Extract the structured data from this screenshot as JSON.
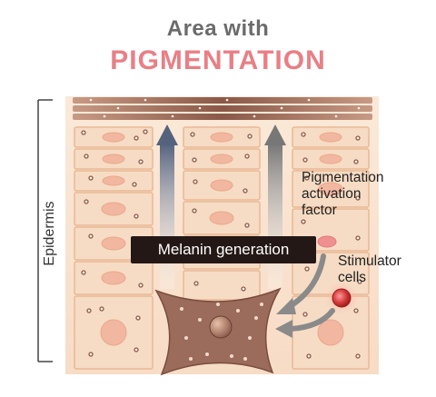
{
  "title": {
    "line1": "Area with",
    "line2": "PIGMENTATION"
  },
  "labels": {
    "epidermis": "Epidermis",
    "melanin_generation": "Melanin generation",
    "pigmentation_factor": [
      "Pigmentation",
      "activation",
      "factor"
    ],
    "stimulator_cells": [
      "Stimulator",
      "cells"
    ]
  },
  "colors": {
    "title_gray": "#6b6b6b",
    "title_pink": "#e97f86",
    "cell_fill": "#f6dcc4",
    "cell_border": "#e9b895",
    "nucleus": "#f0a991",
    "melanocyte": "#8b5a4a",
    "arrow_blue": "#55627e",
    "arrow_gray": "#8a8a8a",
    "stimulator": "#d43c3c"
  },
  "icons": {
    "up_arrows": "up-arrow-icon",
    "curved_arrows": "curved-arrow-icon"
  }
}
